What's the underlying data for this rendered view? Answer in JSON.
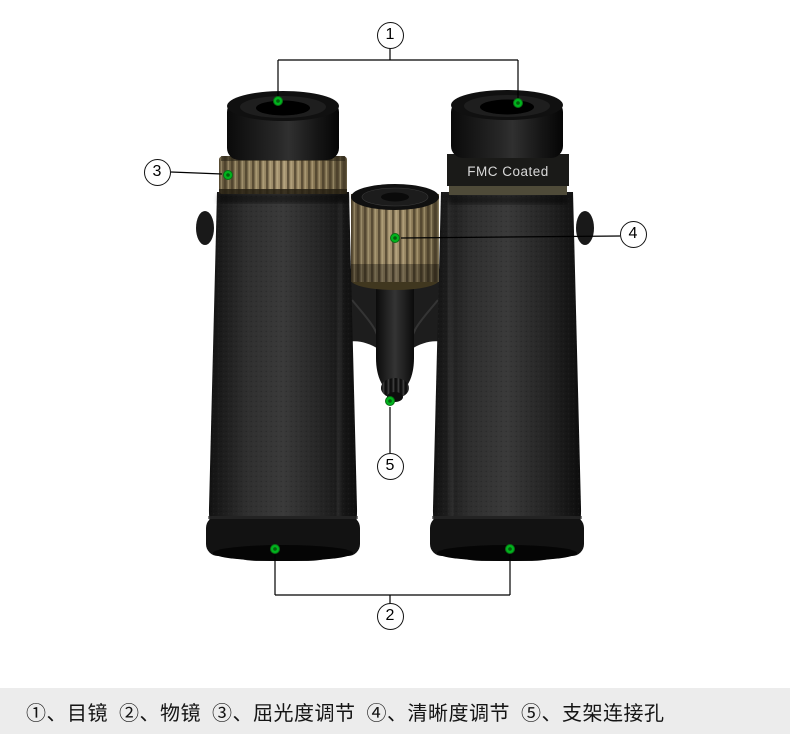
{
  "product": {
    "coating_label": "FMC Coated"
  },
  "callouts": [
    {
      "num": "1",
      "label": "目镜"
    },
    {
      "num": "2",
      "label": "物镜"
    },
    {
      "num": "3",
      "label": "屈光度调节"
    },
    {
      "num": "4",
      "label": "清晰度调节"
    },
    {
      "num": "5",
      "label": "支架连接孔"
    }
  ],
  "legend": {
    "items": [
      {
        "text": "①、目镜"
      },
      {
        "text": "②、物镜"
      },
      {
        "text": "③、屈光度调节"
      },
      {
        "text": "④、清晰度调节"
      },
      {
        "text": "⑤、支架连接孔"
      }
    ]
  },
  "colors": {
    "marker_green": "#00b41e",
    "knob_tan": "#8f7f5d",
    "body_black": "#262626",
    "caption_bg": "#ececec"
  }
}
